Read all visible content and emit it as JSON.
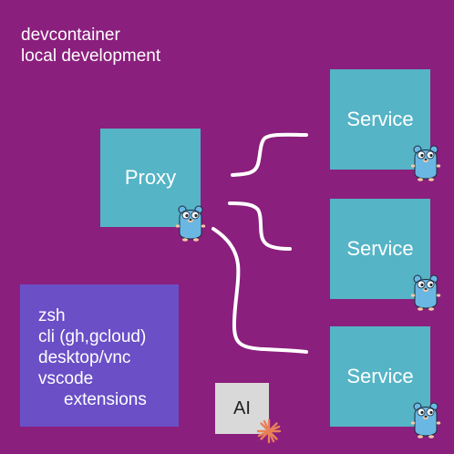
{
  "title": {
    "line1": "devcontainer",
    "line2": "local development"
  },
  "proxy": {
    "label": "Proxy"
  },
  "services": [
    {
      "label": "Service"
    },
    {
      "label": "Service"
    },
    {
      "label": "Service"
    }
  ],
  "tools": {
    "items": [
      "zsh",
      "cli (gh,gcloud)",
      "desktop/vnc",
      "vscode",
      "extensions"
    ]
  },
  "ai": {
    "label": "AI"
  },
  "colors": {
    "background": "#8b1f7d",
    "box": "#55b4c6",
    "tools_box": "#6a4fc7",
    "ai_box": "#d9d9d9",
    "connector": "#ffffff",
    "gopher": "#6ab7e3",
    "ai_spark": "#e8805a"
  },
  "icons": [
    "gopher-icon",
    "spark-icon"
  ]
}
